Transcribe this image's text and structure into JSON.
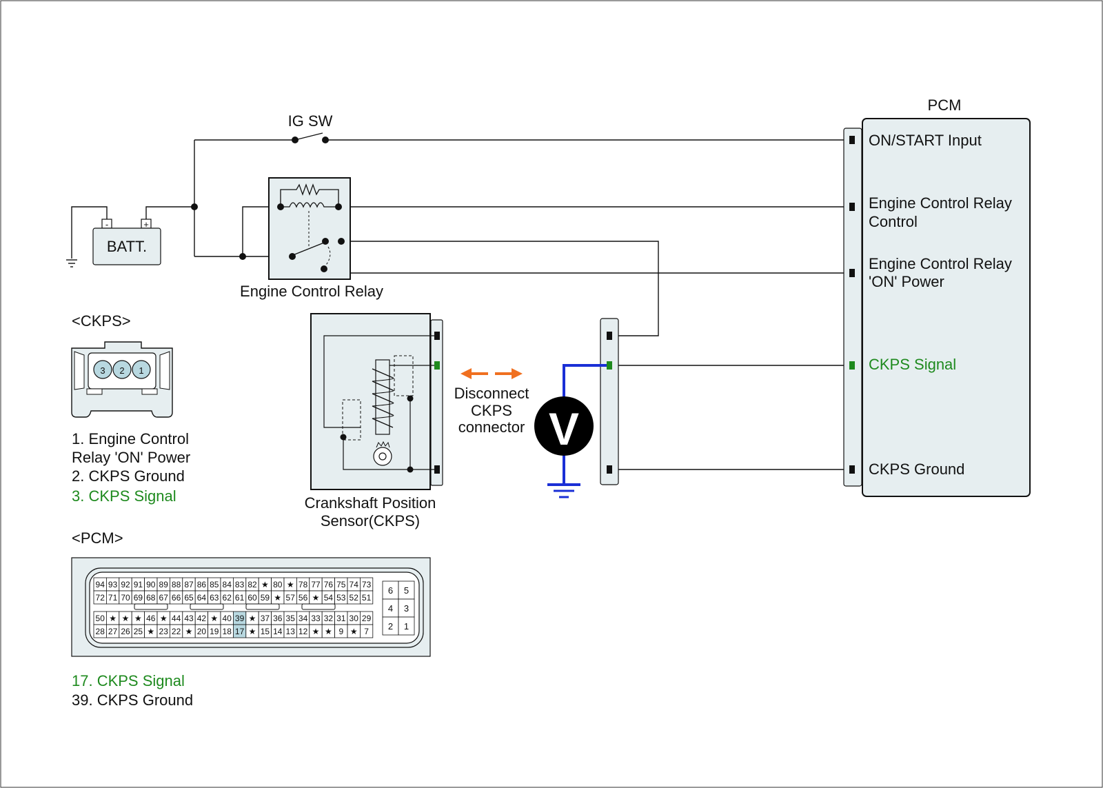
{
  "labels": {
    "ig_sw": "IG SW",
    "batt": "BATT.",
    "batt_minus": "-",
    "batt_plus": "+",
    "relay": "Engine Control Relay",
    "pcm_title": "PCM",
    "ckps_sensor_line1": "Crankshaft Position",
    "ckps_sensor_line2": "Sensor(CKPS)",
    "disconnect_line1": "Disconnect",
    "disconnect_line2": "CKPS",
    "disconnect_line3": "connector",
    "voltmeter": "V",
    "ckps_connector_title": "<CKPS>",
    "pcm_connector_title": "<PCM>"
  },
  "pcm_terminals": {
    "on_start": "ON/START Input",
    "ecr_control_1": "Engine Control Relay",
    "ecr_control_2": "Control",
    "ecr_on_1": "Engine Control Relay",
    "ecr_on_2": "'ON' Power",
    "ckps_signal": "CKPS Signal",
    "ckps_ground": "CKPS Ground"
  },
  "ckps_pins": [
    "3",
    "2",
    "1"
  ],
  "ckps_legend": {
    "item1_line1": "1. Engine Control",
    "item1_line2": "Relay 'ON' Power",
    "item2": "2. CKPS Ground",
    "item3": "3. CKPS Signal"
  },
  "pcm_connector": {
    "row1": [
      "94",
      "93",
      "92",
      "91",
      "90",
      "89",
      "88",
      "87",
      "86",
      "85",
      "84",
      "83",
      "82",
      "★",
      "80",
      "★",
      "78",
      "77",
      "76",
      "75",
      "74",
      "73"
    ],
    "row2": [
      "72",
      "71",
      "70",
      "69",
      "68",
      "67",
      "66",
      "65",
      "64",
      "63",
      "62",
      "61",
      "60",
      "59",
      "★",
      "57",
      "56",
      "★",
      "54",
      "53",
      "52",
      "51"
    ],
    "row3": [
      "50",
      "★",
      "★",
      "★",
      "46",
      "★",
      "44",
      "43",
      "42",
      "★",
      "40",
      "39",
      "★",
      "37",
      "36",
      "35",
      "34",
      "33",
      "32",
      "31",
      "30",
      "29"
    ],
    "row4": [
      "28",
      "27",
      "26",
      "25",
      "★",
      "23",
      "22",
      "★",
      "20",
      "19",
      "18",
      "17",
      "★",
      "15",
      "14",
      "13",
      "12",
      "★",
      "★",
      "9",
      "★",
      "7"
    ],
    "small_grid": [
      [
        "6",
        "5"
      ],
      [
        "4",
        "3"
      ],
      [
        "2",
        "1"
      ]
    ],
    "highlight": [
      "39",
      "17"
    ]
  },
  "pcm_legend": {
    "item17": "17. CKPS Signal",
    "item39": "39. CKPS Ground"
  },
  "colors": {
    "signal_green": "#1e8a1e",
    "voltmeter_wire": "#1a2fd6",
    "arrow_orange": "#f07020",
    "panel_fill": "#e6eef0",
    "pin_fill": "#b8d8e0"
  }
}
